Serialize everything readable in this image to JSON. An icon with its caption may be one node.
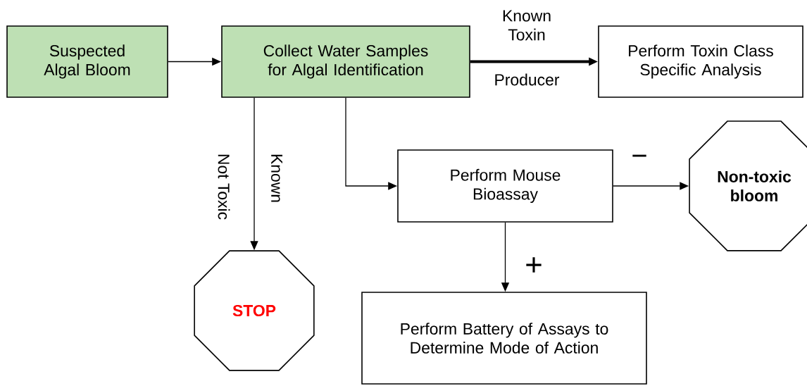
{
  "diagram": {
    "nodes": [
      {
        "text": [
          "Suspected Algal Bloom"
        ]
      },
      {
        "text": [
          "Collect Water Samples for Algal Identification"
        ]
      },
      {
        "text": [
          "Perform Toxin Class Specific Analysis"
        ]
      },
      {
        "text": [
          "Perform Mouse Bioassay"
        ]
      },
      {
        "text": [
          "Non-toxic bloom"
        ]
      },
      {
        "text": [
          "STOP"
        ]
      },
      {
        "text": [
          "Perform Battery of Assays to Determine Mode of Action"
        ]
      }
    ],
    "edges": [
      {
        "from": 0,
        "to": 1,
        "arrow": "to"
      },
      {
        "from": 1,
        "to": 2,
        "arrow": "to",
        "style": "thick",
        "label": "Known Toxin"
      },
      {
        "from": 1,
        "to": 5,
        "arrow": "to",
        "label": "Known"
      },
      {
        "from": 1,
        "to": 3,
        "arrow": "to"
      },
      {
        "from": 3,
        "to": 4,
        "arrow": "to",
        "label": "−"
      },
      {
        "from": 3,
        "to": 6,
        "arrow": "to",
        "label": "+"
      }
    ],
    "labels": [
      "Producer",
      "Not Toxic"
    ]
  }
}
